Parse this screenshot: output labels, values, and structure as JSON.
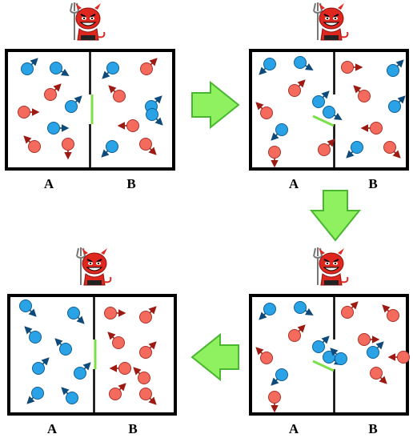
{
  "colors": {
    "blue_molecule": "#2aa3e6",
    "red_molecule": "#f46b5e",
    "trapdoor": "#7de04b",
    "arrow_fill": "#8ff060",
    "arrow_stroke": "#49b62f",
    "demon_red": "#e0271f"
  },
  "panels": [
    {
      "left_label": "A",
      "right_label": "B",
      "door_state": "closed",
      "molecules": [
        {
          "c": "blue",
          "d": "up-right"
        },
        {
          "c": "blue",
          "d": "right-down"
        },
        {
          "c": "red",
          "d": "up-right"
        },
        {
          "c": "blue",
          "d": "up-right"
        },
        {
          "c": "red",
          "d": "right"
        },
        {
          "c": "blue",
          "d": "right"
        },
        {
          "c": "red",
          "d": "up-left"
        },
        {
          "c": "red",
          "d": "down"
        },
        {
          "c": "blue",
          "d": "down-left"
        },
        {
          "c": "red",
          "d": "up-right"
        },
        {
          "c": "red",
          "d": "up-left"
        },
        {
          "c": "blue",
          "d": "up-right"
        },
        {
          "c": "blue",
          "d": "down-right"
        },
        {
          "c": "red",
          "d": "left"
        },
        {
          "c": "blue",
          "d": "down-left"
        },
        {
          "c": "red",
          "d": "down-right"
        }
      ]
    },
    {
      "left_label": "A",
      "right_label": "B",
      "door_state": "open",
      "molecules": [
        {
          "c": "blue",
          "d": "down-left"
        },
        {
          "c": "blue",
          "d": "right-down"
        },
        {
          "c": "red",
          "d": "up-right"
        },
        {
          "c": "blue",
          "d": "up-right"
        },
        {
          "c": "blue",
          "d": "right-down"
        },
        {
          "c": "red",
          "d": "up-left"
        },
        {
          "c": "red",
          "d": "down"
        },
        {
          "c": "blue",
          "d": "down-left"
        },
        {
          "c": "red",
          "d": "up-right"
        },
        {
          "c": "red",
          "d": "right"
        },
        {
          "c": "blue",
          "d": "up-right"
        },
        {
          "c": "red",
          "d": "up-left"
        },
        {
          "c": "blue",
          "d": "up-right"
        },
        {
          "c": "red",
          "d": "left"
        },
        {
          "c": "blue",
          "d": "down-left"
        },
        {
          "c": "red",
          "d": "down-right"
        }
      ]
    },
    {
      "left_label": "A",
      "right_label": "B",
      "door_state": "open",
      "molecules": [
        {
          "c": "blue",
          "d": "down-left"
        },
        {
          "c": "blue",
          "d": "right-down"
        },
        {
          "c": "red",
          "d": "up-right"
        },
        {
          "c": "blue",
          "d": "up-right"
        },
        {
          "c": "blue",
          "d": "right-down"
        },
        {
          "c": "red",
          "d": "up-left"
        },
        {
          "c": "red",
          "d": "down"
        },
        {
          "c": "blue",
          "d": "down-left"
        },
        {
          "c": "blue",
          "d": "up-left"
        },
        {
          "c": "red",
          "d": "up-right"
        },
        {
          "c": "red",
          "d": "up-left"
        },
        {
          "c": "red",
          "d": "right"
        },
        {
          "c": "blue",
          "d": "up-right"
        },
        {
          "c": "red",
          "d": "left"
        },
        {
          "c": "red",
          "d": "down-right"
        }
      ]
    },
    {
      "left_label": "A",
      "right_label": "B",
      "door_state": "closed",
      "molecules": [
        {
          "c": "blue",
          "d": "down-right"
        },
        {
          "c": "blue",
          "d": "down-right"
        },
        {
          "c": "blue",
          "d": "up-left"
        },
        {
          "c": "blue",
          "d": "up-left"
        },
        {
          "c": "blue",
          "d": "up-right"
        },
        {
          "c": "blue",
          "d": "up-right"
        },
        {
          "c": "blue",
          "d": "down-left"
        },
        {
          "c": "blue",
          "d": "up-left"
        },
        {
          "c": "red",
          "d": "right"
        },
        {
          "c": "red",
          "d": "up-right"
        },
        {
          "c": "red",
          "d": "up-left"
        },
        {
          "c": "red",
          "d": "up-right"
        },
        {
          "c": "red",
          "d": "left"
        },
        {
          "c": "red",
          "d": "up-left"
        },
        {
          "c": "red",
          "d": "up-right"
        },
        {
          "c": "red",
          "d": "down-right"
        }
      ]
    }
  ],
  "arrows": [
    {
      "direction": "right"
    },
    {
      "direction": "down"
    },
    {
      "direction": "left"
    }
  ]
}
